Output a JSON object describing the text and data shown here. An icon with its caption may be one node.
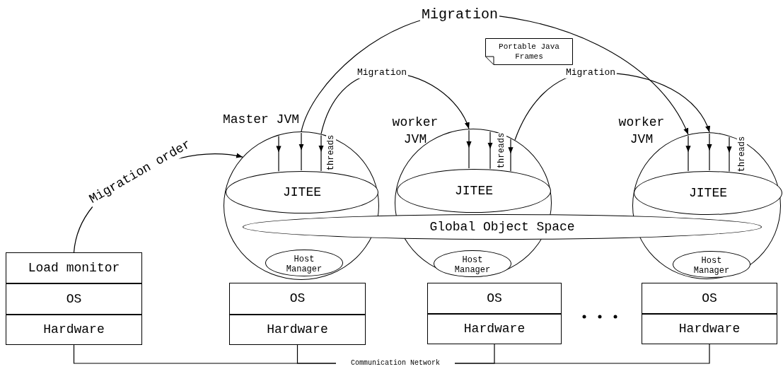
{
  "diagram": {
    "nodes": [
      {
        "text": [
          "Load monitor"
        ]
      },
      {
        "text": [
          "OS"
        ]
      },
      {
        "text": [
          "Hardware"
        ]
      },
      {
        "text": [
          "Master JVM"
        ]
      },
      {
        "text": [
          "JITEE"
        ],
        "in": 3
      },
      {
        "text": [
          "Host Manager"
        ],
        "in": 3
      },
      {
        "text": [
          "worker JVM"
        ]
      },
      {
        "text": [
          "JITEE"
        ],
        "in": 6
      },
      {
        "text": [
          "Host Manager"
        ],
        "in": 6
      },
      {
        "text": [
          "worker JVM"
        ]
      },
      {
        "text": [
          "JITEE"
        ],
        "in": 9
      },
      {
        "text": [
          "Host Manager"
        ],
        "in": 9
      },
      {
        "text": [
          "Global Object Space"
        ]
      },
      {
        "text": [
          "OS"
        ]
      },
      {
        "text": [
          "Hardware"
        ]
      },
      {
        "text": [
          "OS"
        ]
      },
      {
        "text": [
          "Hardware"
        ]
      },
      {
        "text": [
          "OS"
        ]
      },
      {
        "text": [
          "Hardware"
        ]
      },
      {
        "text": [
          "Portable Java Frames"
        ]
      },
      {
        "text": [
          "Communication Network"
        ]
      }
    ],
    "edges": [
      {
        "from": 0,
        "to": 3,
        "arrow": "to",
        "label": "Migration order"
      },
      {
        "from": 3,
        "to": 9,
        "arrow": "to",
        "label": "Migration"
      },
      {
        "from": 3,
        "to": 6,
        "arrow": "to",
        "label": "Migration"
      },
      {
        "from": 6,
        "to": 9,
        "arrow": "to",
        "label": "Migration"
      },
      {
        "from": 2,
        "to": 20,
        "arrow": "none"
      },
      {
        "from": 14,
        "to": 20,
        "arrow": "none"
      },
      {
        "from": 16,
        "to": 20,
        "arrow": "none"
      },
      {
        "from": 18,
        "to": 20,
        "arrow": "none"
      }
    ],
    "labels": [
      "threads",
      "threads",
      "threads"
    ]
  }
}
